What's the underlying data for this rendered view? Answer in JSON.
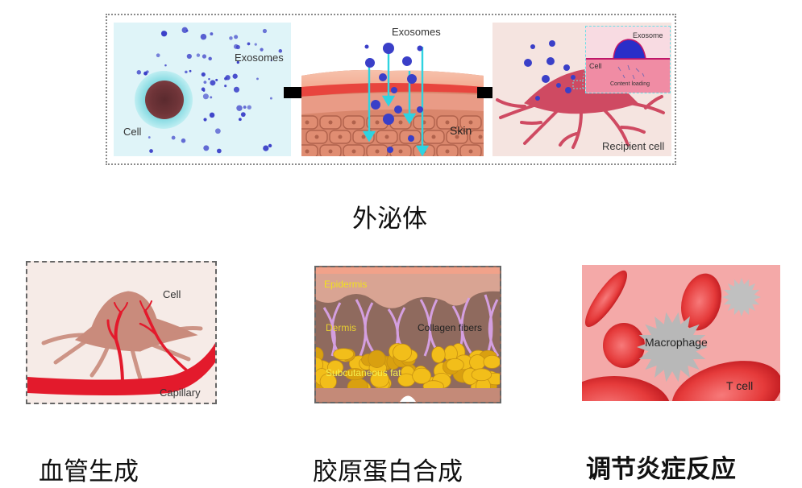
{
  "top_panel": {
    "title": "外泌体",
    "secretion": {
      "exosomes_label": "Exosomes",
      "cell_label": "Cell"
    },
    "skin": {
      "exosomes_label": "Exosomes",
      "skin_label": "Skin"
    },
    "recipient": {
      "recipient_label": "Recipient cell",
      "inset": {
        "exosome_label": "Exosome",
        "cell_label": "Cell",
        "content_label": "Content loading"
      }
    }
  },
  "panels": [
    {
      "title": "血管生成",
      "labels": {
        "cell": "Cell",
        "capillary": "Capillary"
      }
    },
    {
      "title": "胶原蛋白合成",
      "labels": {
        "epidermis": "Epidermis",
        "dermis": "Dermis",
        "collagen": "Collagen fibers",
        "fat": "Subcutaneous fat"
      }
    },
    {
      "title": "调节炎症反应",
      "labels": {
        "macrophage": "Macrophage",
        "tcell": "T cell"
      }
    }
  ],
  "colors": {
    "exosome": "#3a3fc8",
    "arrow_cyan": "#2fd3e0",
    "vessel_red": "#e01a2a",
    "fat_yellow": "#f2be1a",
    "label_yellow": "#f0e020"
  }
}
